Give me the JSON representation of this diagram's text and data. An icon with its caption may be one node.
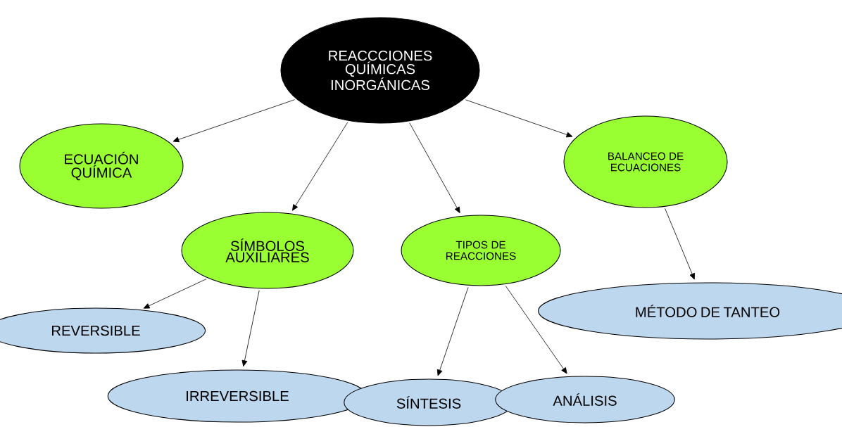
{
  "diagram": {
    "nodes": [
      {
        "text": [
          "REACCCIONES QUÍMICAS INORGÁNICAS"
        ]
      },
      {
        "text": [
          "ECUACIÓN QUÍMICA"
        ]
      },
      {
        "text": [
          "SÍMBOLOS AUXILIARES"
        ]
      },
      {
        "text": [
          "TIPOS DE REACCIONES"
        ]
      },
      {
        "text": [
          "BALANCEO DE ECUACIONES"
        ]
      },
      {
        "text": [
          "REVERSIBLE"
        ]
      },
      {
        "text": [
          "IRREVERSIBLE"
        ]
      },
      {
        "text": [
          "SÍNTESIS"
        ]
      },
      {
        "text": [
          "ANÁLISIS"
        ]
      },
      {
        "text": [
          "MÉTODO DE TANTEO"
        ]
      }
    ],
    "edges": [
      {
        "from": 0,
        "to": 1,
        "arrow": "to"
      },
      {
        "from": 0,
        "to": 2,
        "arrow": "to"
      },
      {
        "from": 0,
        "to": 3,
        "arrow": "to"
      },
      {
        "from": 0,
        "to": 4,
        "arrow": "to"
      },
      {
        "from": 2,
        "to": 5,
        "arrow": "to"
      },
      {
        "from": 2,
        "to": 6,
        "arrow": "to"
      },
      {
        "from": 3,
        "to": 7,
        "arrow": "to"
      },
      {
        "from": 3,
        "to": 8,
        "arrow": "to"
      },
      {
        "from": 4,
        "to": 9,
        "arrow": "to"
      }
    ]
  }
}
